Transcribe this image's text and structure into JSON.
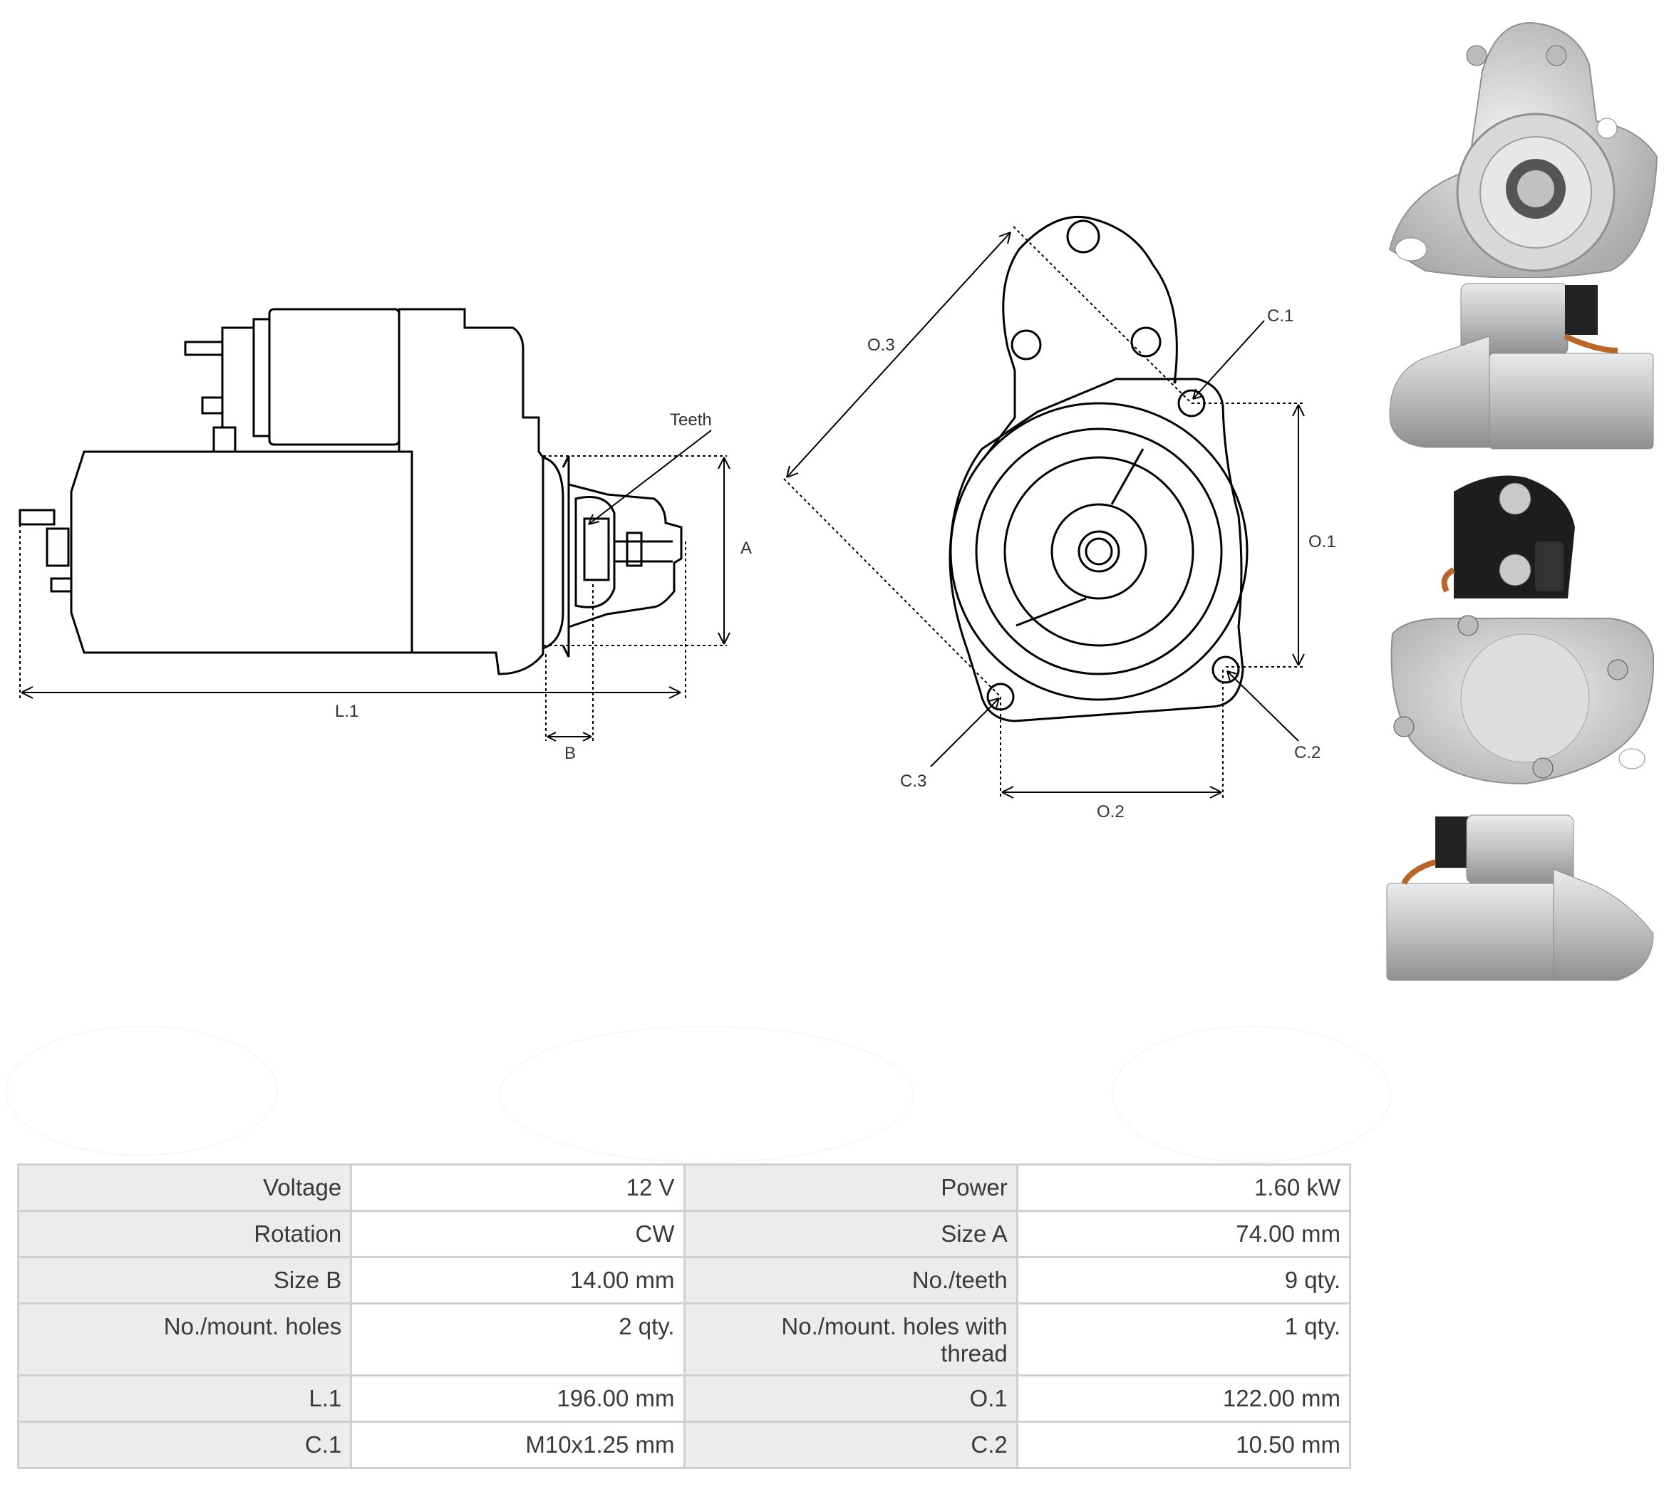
{
  "diagram": {
    "side_view": {
      "teeth_label": "Teeth",
      "size_a_label": "A",
      "size_b_label": "B",
      "length_label": "L.1"
    },
    "front_view": {
      "o1_label": "O.1",
      "o2_label": "O.2",
      "o3_label": "O.3",
      "c1_label": "C.1",
      "c2_label": "C.2",
      "c3_label": "C.3"
    }
  },
  "photos": [
    {
      "name": "front-face"
    },
    {
      "name": "side-solenoid-top"
    },
    {
      "name": "rear-with-terminals"
    },
    {
      "name": "side-pinion-right"
    }
  ],
  "specs": [
    {
      "k1": "Voltage",
      "v1": "12 V",
      "k2": "Power",
      "v2": "1.60 kW"
    },
    {
      "k1": "Rotation",
      "v1": "CW",
      "k2": "Size A",
      "v2": "74.00 mm"
    },
    {
      "k1": "Size B",
      "v1": "14.00 mm",
      "k2": "No./teeth",
      "v2": "9 qty."
    },
    {
      "k1": "No./mount. holes",
      "v1": "2 qty.",
      "k2": "No./mount. holes with thread",
      "v2": "1 qty."
    },
    {
      "k1": "L.1",
      "v1": "196.00 mm",
      "k2": "O.1",
      "v2": "122.00 mm"
    },
    {
      "k1": "C.1",
      "v1": "M10x1.25 mm",
      "k2": "C.2",
      "v2": "10.50 mm"
    }
  ],
  "colors": {
    "table_key_bg": "#ececec",
    "table_border": "#d0d0d0",
    "metal": "#c9cbcc"
  }
}
